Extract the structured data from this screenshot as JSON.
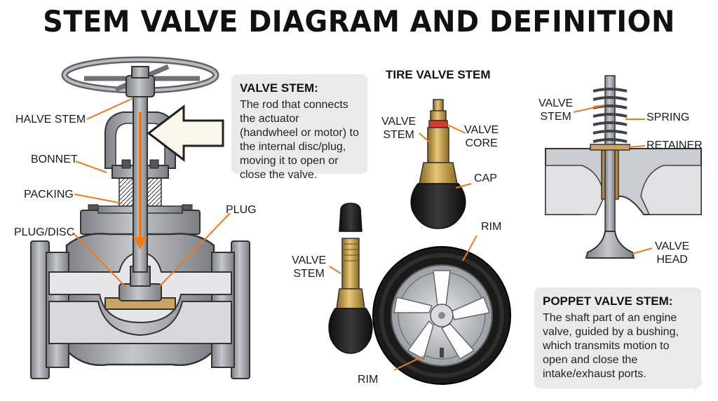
{
  "title": "STEM VALVE DIAGRAM AND DEFINITION",
  "globe_valve": {
    "labels": {
      "halve_stem": "HALVE STEM",
      "bonnet": "BONNET",
      "packing": "PACKING",
      "plug_disc": "PLUG/DISC",
      "plug": "PLUG"
    },
    "definition": {
      "heading": "VALVE STEM:",
      "text": "The rod that connects the actuator (handwheel or motor) to the internal disc/plug, moving it to open or close the valve."
    }
  },
  "tire_valve": {
    "heading": "TIRE VALVE STEM",
    "labels": {
      "valve_stem_top": "VALVE\nSTEM",
      "valve_core": "VALVE\nCORE",
      "cap": "CAP",
      "rim_top": "RIM",
      "valve_stem_left": "VALVE\nSTEM",
      "rim_bottom": "RIM"
    }
  },
  "poppet_valve": {
    "labels": {
      "valve_stem": "VALVE\nSTEM",
      "spring": "SPRING",
      "retainer": "RETAINER",
      "valve_head": "VALVE\nHEAD"
    },
    "definition": {
      "heading": "POPPET VALVE STEM:",
      "text": "The shaft part of an engine valve, guided by a bushing, which transmits motion to open and close the intake/exhaust ports."
    }
  },
  "colors": {
    "metal": "#9a9ea3",
    "metal_dark": "#6d7176",
    "brass": "#c9a14a",
    "arrow_orange": "#f07a1a",
    "rubber": "#1c1c1c",
    "callout_bg": "#eaeaea"
  }
}
